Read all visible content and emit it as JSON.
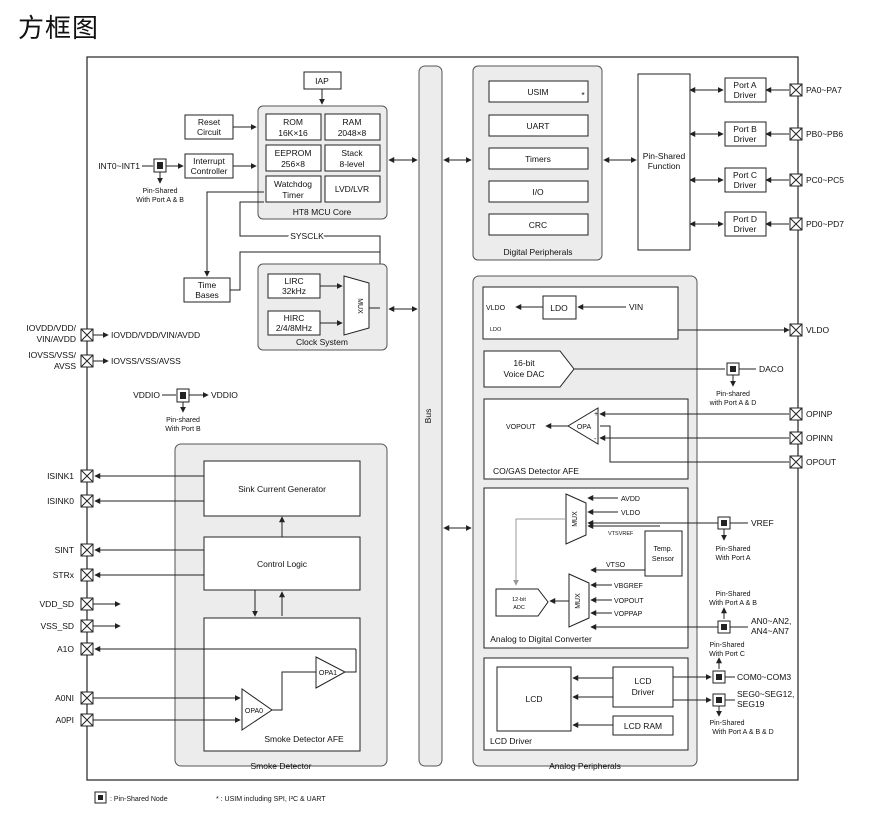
{
  "title": "方框图",
  "mcu_core": {
    "name": "HT8 MCU Core",
    "iap": "IAP",
    "rom": [
      "ROM",
      "16K×16"
    ],
    "ram": [
      "RAM",
      "2048×8"
    ],
    "eeprom": [
      "EEPROM",
      "256×8"
    ],
    "stack": [
      "Stack",
      "8-level"
    ],
    "watchdog": [
      "Watchdog",
      "Timer"
    ],
    "lvd": "LVD/LVR"
  },
  "reset": [
    "Reset",
    "Circuit"
  ],
  "interrupt": [
    "Interrupt",
    "Controller"
  ],
  "int_pin": "INT0~INT1",
  "int_note": [
    "Pin-Shared",
    "With Port A & B"
  ],
  "sysclk": "SYSCLK",
  "timebase": [
    "Time",
    "Bases"
  ],
  "clock": {
    "name": "Clock System",
    "lirc": [
      "LIRC",
      "32kHz"
    ],
    "hirc": [
      "HIRC",
      "2/4/8MHz"
    ],
    "mux": "MUX"
  },
  "bus": "Bus",
  "digital": {
    "name": "Digital Peripherals",
    "items": [
      "USIM",
      "UART",
      "Timers",
      "I/O",
      "CRC"
    ],
    "usim_mark": "*"
  },
  "pin_shared_function": [
    "Pin-Shared",
    "Function"
  ],
  "ports": [
    {
      "driver": [
        "Port A",
        "Driver"
      ],
      "pin": "PA0~PA7"
    },
    {
      "driver": [
        "Port B",
        "Driver"
      ],
      "pin": "PB0~PB6"
    },
    {
      "driver": [
        "Port C",
        "Driver"
      ],
      "pin": "PC0~PC5"
    },
    {
      "driver": [
        "Port D",
        "Driver"
      ],
      "pin": "PD0~PD7"
    }
  ],
  "power": {
    "iovdd_pin": [
      "IOVDD/VDD/",
      "VIN/AVDD"
    ],
    "iovdd_label": "IOVDD/VDD/VIN/AVDD",
    "iovss_pin": [
      "IOVSS/VSS/",
      "AVSS"
    ],
    "iovss_label": "IOVSS/VSS/AVSS",
    "vddio_pin": "VDDIO",
    "vddio_label": "VDDIO",
    "vddio_note": [
      "Pin-shared",
      "With Port B"
    ]
  },
  "smoke": {
    "name": "Smoke Detector",
    "afe": "Smoke Detector AFE",
    "sink": "Sink Current Generator",
    "control": "Control Logic",
    "opa0": "OPA0",
    "opa1": "OPA1",
    "pins": [
      "ISINK1",
      "ISINK0",
      "SINT",
      "STRx",
      "VDD_SD",
      "VSS_SD",
      "A1O",
      "A0NI",
      "A0PI"
    ]
  },
  "analog": {
    "name": "Analog Peripherals",
    "ldo": "LDO",
    "vldo": "VLDO",
    "vin": "VIN",
    "ldo_caption": "LDO",
    "vldo_pin": "VLDO",
    "dac": [
      "16-bit",
      "Voice DAC"
    ],
    "daco_pin": "DACO",
    "daco_note": [
      "Pin-shared",
      "with Port A & D"
    ],
    "opa": "OPA",
    "vopout": "VOPOUT",
    "co_afe": "CO/GAS Detector AFE",
    "opa_pins": [
      "OPINP",
      "OPINN",
      "OPOUT"
    ],
    "adc_block": "Analog to Digital Converter",
    "adc": [
      "12-bit",
      "ADC"
    ],
    "mux": "MUX",
    "adc_inputs1": [
      "AVDD",
      "VLDO",
      "VTSVREF"
    ],
    "temp": [
      "Temp.",
      "Sensor"
    ],
    "adc_inputs2": [
      "VTSO",
      "VBGREF",
      "VOPOUT",
      "VOPPAP"
    ],
    "vref_pin": "VREF",
    "vref_note": [
      "Pin-Shared",
      "With Port A"
    ],
    "an_pin": [
      "AN0~AN2,",
      "AN4~AN7"
    ],
    "an_note": [
      "Pin-Shared",
      "With Port A & B"
    ],
    "lcd_block": "LCD Driver",
    "lcd": "LCD",
    "lcd_driver": [
      "LCD",
      "Driver"
    ],
    "lcd_ram": "LCD RAM",
    "com_pin": "COM0~COM3",
    "com_note": [
      "Pin-Shared",
      "With Port C"
    ],
    "seg_pin": [
      "SEG0~SEG12,",
      "SEG19"
    ],
    "seg_note": [
      "Pin-Shared",
      "With Port A & B & D"
    ]
  },
  "legend": {
    "pin_node": ": Pin-Shared Node",
    "usim_note": "* : USIM including SPI, I²C & UART"
  }
}
